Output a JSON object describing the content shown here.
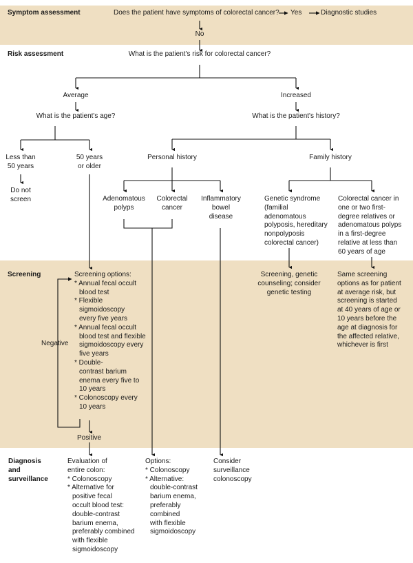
{
  "colors": {
    "band": "#efdfc2",
    "line": "#111111",
    "text": "#1a1a1a"
  },
  "sections": {
    "symptom": "Symptom assessment",
    "risk": "Risk assessment",
    "screening": "Screening",
    "diagnosis": [
      "Diagnosis",
      "and",
      "surveillance"
    ]
  },
  "symptom": {
    "question": "Does the patient have symptoms of colorectal cancer?",
    "yes": "Yes",
    "yes_outcome": "Diagnostic studies",
    "no": "No"
  },
  "risk": {
    "question": "What is the patient's risk for colorectal cancer?",
    "average": "Average",
    "increased": "Increased",
    "age_question": "What is the patient's age?",
    "history_question": "What is the patient's history?",
    "age_under": [
      "Less than",
      "50 years"
    ],
    "age_over": [
      "50 years",
      "or older"
    ],
    "do_not_screen": [
      "Do not",
      "screen"
    ],
    "personal_history": "Personal history",
    "family_history": "Family history",
    "adenomatous_polyps": [
      "Adenomatous",
      "polyps"
    ],
    "colorectal_cancer": [
      "Colorectal",
      "cancer"
    ],
    "ibd": [
      "Inflammatory",
      "bowel",
      "disease"
    ],
    "genetic_syndrome": [
      "Genetic syndrome",
      "(familial",
      "adenomatous",
      "polyposis, hereditary",
      "nonpolyposis",
      "colorectal cancer)"
    ],
    "family_crc": [
      "Colorectal cancer in",
      "one or two first-",
      "degree relatives or",
      "adenomatous polyps",
      "in a first-degree",
      "relative at less than",
      "60 years of age"
    ]
  },
  "screening": {
    "options_title": "Screening options:",
    "options": [
      [
        "* Annual fecal occult",
        "blood test"
      ],
      [
        "* Flexible",
        "sigmoidoscopy",
        "every five years"
      ],
      [
        "* Annual fecal occult",
        "blood test and flexible",
        "sigmoidoscopy every",
        "five years"
      ],
      [
        "* Double-",
        "contrast barium",
        "enema every five to",
        "10 years"
      ],
      [
        "* Colonoscopy every",
        "10 years"
      ]
    ],
    "negative": "Negative",
    "positive": "Positive",
    "genetic": [
      "Screening, genetic",
      "counseling; consider",
      "genetic testing"
    ],
    "family": [
      "Same screening",
      "options as for patient",
      "at average risk, but",
      "screening is started",
      "at 40 years of age or",
      "10 years before the",
      "age at diagnosis for",
      "the affected relative,",
      "whichever is first"
    ]
  },
  "diagnosis": {
    "evaluation": [
      "Evaluation of",
      "entire colon:",
      "* Colonoscopy",
      "* Alternative for",
      "positive fecal",
      "occult blood test:",
      "double-contrast",
      "barium enema,",
      "preferably combined",
      "with flexible",
      "sigmoidoscopy"
    ],
    "options": [
      "Options:",
      "* Colonoscopy",
      "* Alternative:",
      "double-contrast",
      "barium enema,",
      "preferably",
      "combined",
      "with flexible",
      "sigmoidoscopy"
    ],
    "surveillance": [
      "Consider",
      "surveillance",
      "colonoscopy"
    ]
  }
}
